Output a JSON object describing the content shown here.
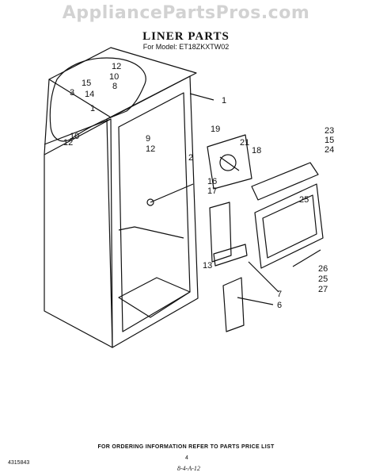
{
  "watermark": "AppliancePartsPros.com",
  "header": {
    "title": "LINER PARTS",
    "model": "For Model: ET18ZKXTW02"
  },
  "callouts": [
    "12",
    "10",
    "8",
    "3",
    "15",
    "14",
    "1",
    "1",
    "10",
    "12",
    "9",
    "12",
    "19",
    "21",
    "18",
    "2",
    "16",
    "17",
    "23",
    "15",
    "24",
    "25",
    "13",
    "26",
    "25",
    "27",
    "7",
    "6"
  ],
  "footer": {
    "note": "FOR ORDERING INFORMATION REFER TO PARTS PRICE LIST",
    "code": "4315843",
    "page": "4",
    "date": "8-4-A-12"
  }
}
